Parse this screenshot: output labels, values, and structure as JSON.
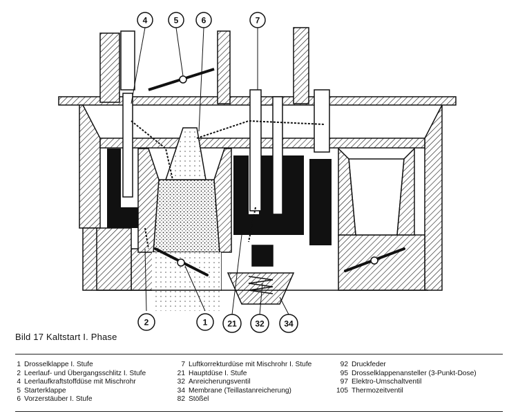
{
  "callouts": [
    "4",
    "5",
    "6",
    "7",
    "2",
    "1",
    "21",
    "32",
    "34"
  ],
  "caption": "Bild 17 Kaltstart I. Phase",
  "legend": {
    "col1": [
      {
        "num": "1",
        "text": "Drosselklappe I. Stufe"
      },
      {
        "num": "2",
        "text": "Leerlauf- und Übergangsschlitz I. Stufe"
      },
      {
        "num": "4",
        "text": "Leerlaufkraftstoffdüse mit Mischrohr"
      },
      {
        "num": "5",
        "text": "Starterklappe"
      },
      {
        "num": "6",
        "text": "Vorzerstäuber I. Stufe"
      }
    ],
    "col2": [
      {
        "num": "7",
        "text": "Luftkorrekturdüse mit Mischrohr I. Stufe"
      },
      {
        "num": "21",
        "text": "Hauptdüse I. Stufe"
      },
      {
        "num": "32",
        "text": "Anreicherungsventil"
      },
      {
        "num": "34",
        "text": "Membrane (Teillastanreicherung)"
      },
      {
        "num": "82",
        "text": "Stößel"
      }
    ],
    "col3": [
      {
        "num": "92",
        "text": "Druckfeder"
      },
      {
        "num": "95",
        "text": "Drosselklappenansteller (3-Punkt-Dose)"
      },
      {
        "num": "97",
        "text": "Elektro-Umschaltventil"
      },
      {
        "num": "105",
        "text": "Thermozeitventil"
      }
    ]
  }
}
